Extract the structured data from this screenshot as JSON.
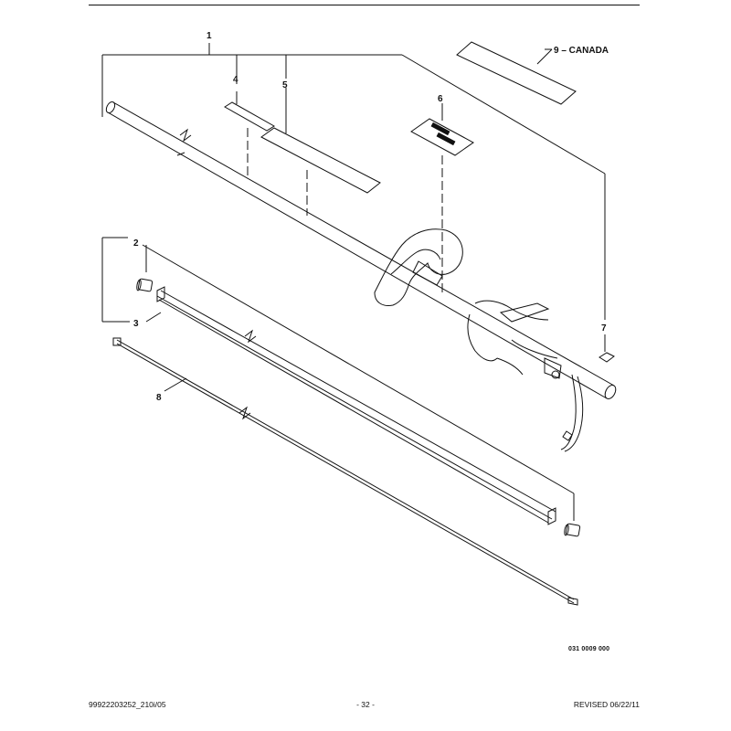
{
  "callouts": {
    "p1": "1",
    "p2": "2",
    "p3": "3",
    "p4": "4",
    "p5": "5",
    "p6": "6",
    "p7": "7",
    "p8": "8",
    "p9": "9 – CANADA"
  },
  "drawing_number": "031 0009 000",
  "footer": {
    "left": "99922203252_210i/05",
    "center": "- 32 -",
    "right": "REVISED 06/22/11"
  }
}
